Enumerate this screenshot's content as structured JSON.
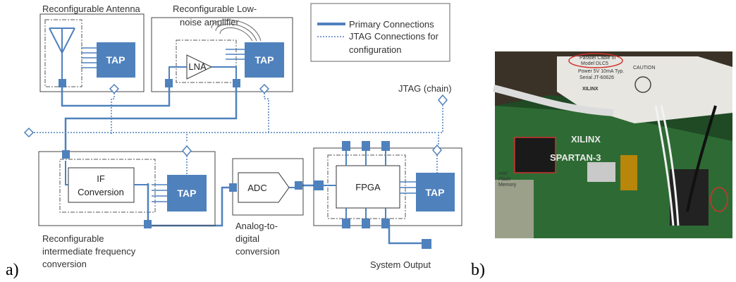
{
  "panels": {
    "a": "a)",
    "b": "b)"
  },
  "legend": {
    "primary": "Primary Connections",
    "jtag_line1": "JTAG Connections for",
    "jtag_line2": "configuration"
  },
  "blocks": {
    "antenna_title": "Reconfigurable Antenna",
    "lna_title_line1": "Reconfigurable Low-",
    "lna_title_line2": "noise amplifier",
    "lna": "LNA",
    "tap": "TAP",
    "if_line1": "IF",
    "if_line2": "Conversion",
    "if_caption_line1": "Reconfigurable",
    "if_caption_line2": "intermediate frequency",
    "if_caption_line3": "conversion",
    "adc": "ADC",
    "adc_caption_line1": "Analog-to-",
    "adc_caption_line2": "digital",
    "adc_caption_line3": "conversion",
    "fpga": "FPGA",
    "jtag_chain": "JTAG (chain)",
    "system_output": "System Output"
  },
  "photo": {
    "cable_line1": "Parallel Cable III",
    "cable_line2": "Model DLC5",
    "cable_line3": "Power 5V 10mA Typ.",
    "cable_line4": "Serial JT-60626",
    "caution": "CAUTION",
    "xilinx": "XILINX",
    "xilinx_cable": "XILINX",
    "spartan": "SPARTAN-3",
    "intel_line1": "intel",
    "intel_line2": "Flash",
    "intel_line3": "Memory"
  },
  "colors": {
    "primary": "#4f81bd",
    "tap_fill": "#4f81bd",
    "annotation": "#d0312d",
    "board": "#2e6b34"
  }
}
